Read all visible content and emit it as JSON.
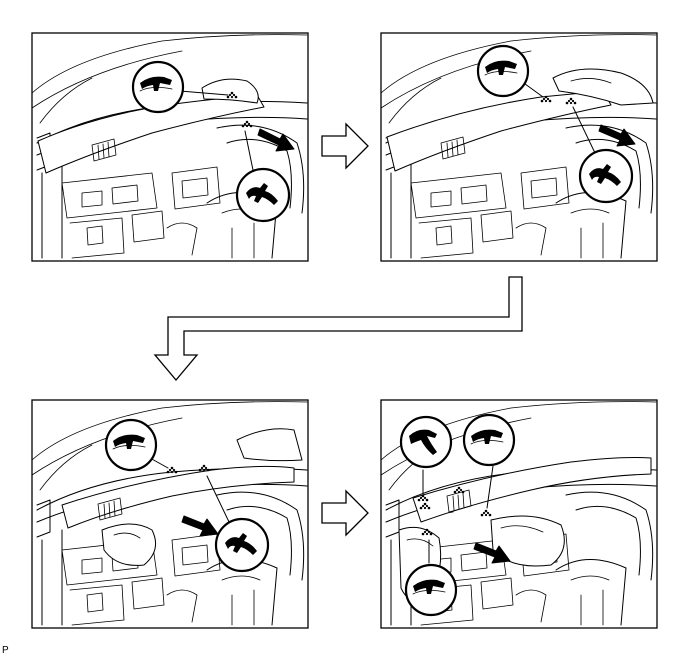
{
  "figure": {
    "id_label": "P",
    "panels": [
      {
        "step": 1,
        "clips": 2,
        "callouts": 2,
        "pull_arrow": true
      },
      {
        "step": 2,
        "clips": 2,
        "callouts": 2,
        "pull_arrow": true
      },
      {
        "step": 3,
        "clips": 2,
        "callouts": 2,
        "pull_arrow": true
      },
      {
        "step": 4,
        "clips": 5,
        "callouts": 3,
        "pull_arrow": true
      }
    ],
    "flow_arrows": [
      "right-arrow",
      "down-left-elbow-arrow",
      "right-arrow"
    ],
    "icons": [
      "claw-clip-icon",
      "pull-direction-arrow-icon",
      "flow-arrow-icon"
    ],
    "colors": {
      "line": "#000000",
      "background": "#ffffff"
    }
  }
}
